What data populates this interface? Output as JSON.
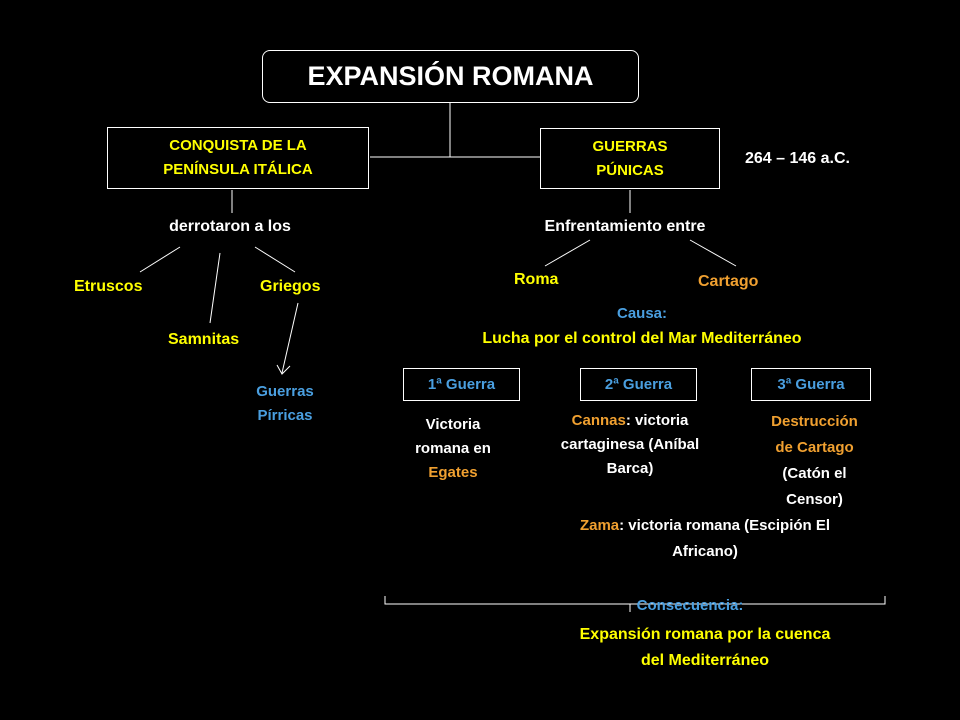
{
  "title": "EXPANSIÓN ROMANA",
  "left_branch": {
    "box": "CONQUISTA DE LA PENÍNSULA ITÁLICA",
    "verb": "derrotaron a los",
    "peoples": [
      "Etruscos",
      "Samnitas",
      "Griegos"
    ],
    "wars_line1": "Guerras",
    "wars_line2": "Pírricas"
  },
  "right_branch": {
    "box_line1": "GUERRAS",
    "box_line2": "PÚNICAS",
    "dates": "264 – 146 a.C.",
    "conflict": "Enfrentamiento entre",
    "side_a": "Roma",
    "side_b": "Cartago",
    "cause_label": "Causa:",
    "cause": "Lucha por el control del Mar Mediterráneo"
  },
  "wars": [
    {
      "label": "1ª Guerra"
    },
    {
      "label": "2ª Guerra"
    },
    {
      "label": "3ª Guerra"
    }
  ],
  "war1": {
    "l1": "Victoria",
    "l2": "romana en",
    "place": "Egates"
  },
  "war2": {
    "place": "Cannas",
    "l1_rest": ": victoria",
    "l2": "cartaginesa (Aníbal",
    "l3": "Barca)"
  },
  "war3": {
    "l1": "Destrucción",
    "l2": "de Cartago",
    "l3": "(Catón el",
    "l4": "Censor)"
  },
  "zama": {
    "place": "Zama",
    "l1_rest": ": victoria  romana (Escipión El",
    "l2": "Africano)"
  },
  "consequence": {
    "label": "Consecuencia:",
    "l1": "Expansión romana por la cuenca",
    "l2": "del Mediterráneo"
  },
  "colors": {
    "background": "#000000",
    "text": "#ffffff",
    "highlight": "#ffff00",
    "accent_blue": "#4a9fe0",
    "accent_orange": "#f0a030"
  }
}
